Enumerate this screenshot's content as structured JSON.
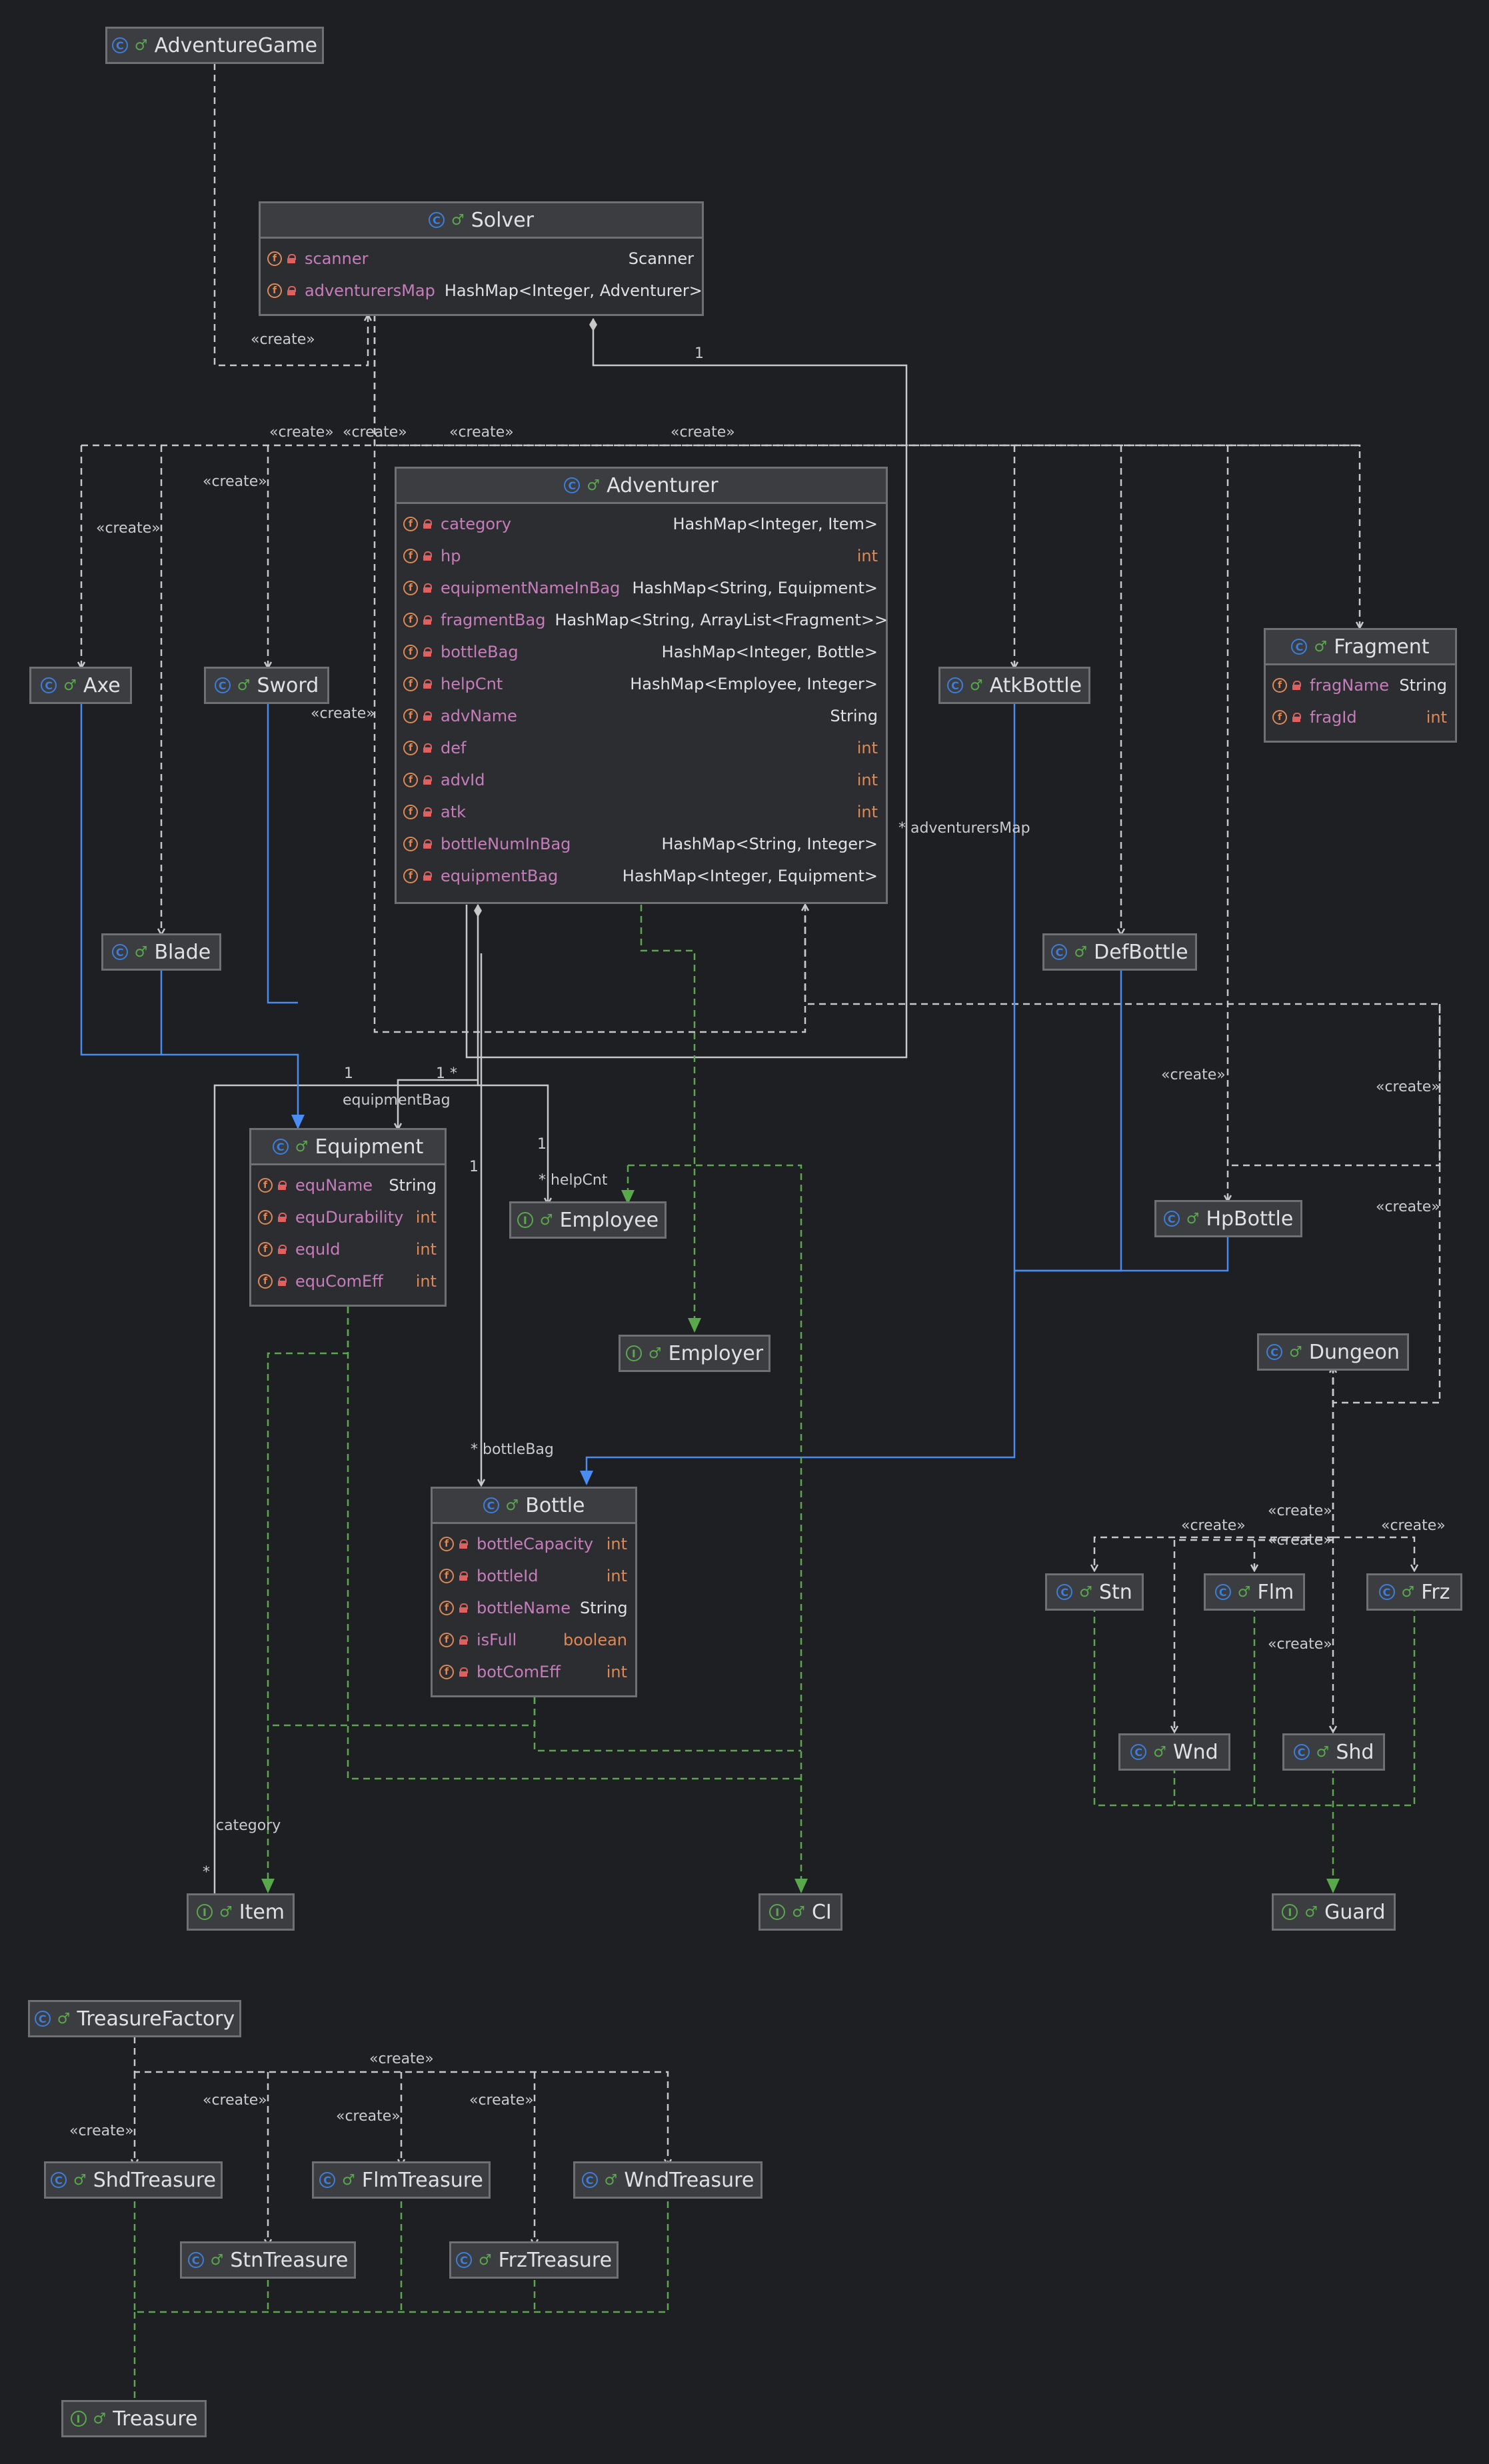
{
  "nodes": {
    "adventure_game": {
      "name": "AdventureGame",
      "kind": "class"
    },
    "solver": {
      "name": "Solver",
      "kind": "class",
      "fields": [
        {
          "name": "scanner",
          "type": "Scanner"
        },
        {
          "name": "adventurersMap",
          "type": "HashMap<Integer, Adventurer>"
        }
      ]
    },
    "adventurer": {
      "name": "Adventurer",
      "kind": "class",
      "fields": [
        {
          "name": "category",
          "type": "HashMap<Integer, Item>"
        },
        {
          "name": "hp",
          "type": "int"
        },
        {
          "name": "equipmentNameInBag",
          "type": "HashMap<String, Equipment>"
        },
        {
          "name": "fragmentBag",
          "type": "HashMap<String, ArrayList<Fragment>>"
        },
        {
          "name": "bottleBag",
          "type": "HashMap<Integer, Bottle>"
        },
        {
          "name": "helpCnt",
          "type": "HashMap<Employee, Integer>"
        },
        {
          "name": "advName",
          "type": "String"
        },
        {
          "name": "def",
          "type": "int"
        },
        {
          "name": "advId",
          "type": "int"
        },
        {
          "name": "atk",
          "type": "int"
        },
        {
          "name": "bottleNumInBag",
          "type": "HashMap<String, Integer>"
        },
        {
          "name": "equipmentBag",
          "type": "HashMap<Integer, Equipment>"
        }
      ]
    },
    "fragment": {
      "name": "Fragment",
      "kind": "class",
      "fields": [
        {
          "name": "fragName",
          "type": "String"
        },
        {
          "name": "fragId",
          "type": "int"
        }
      ]
    },
    "axe": {
      "name": "Axe",
      "kind": "class"
    },
    "sword": {
      "name": "Sword",
      "kind": "class"
    },
    "blade": {
      "name": "Blade",
      "kind": "class"
    },
    "atk_bottle": {
      "name": "AtkBottle",
      "kind": "class"
    },
    "def_bottle": {
      "name": "DefBottle",
      "kind": "class"
    },
    "hp_bottle": {
      "name": "HpBottle",
      "kind": "class"
    },
    "equipment": {
      "name": "Equipment",
      "kind": "class",
      "fields": [
        {
          "name": "equName",
          "type": "String"
        },
        {
          "name": "equDurability",
          "type": "int"
        },
        {
          "name": "equId",
          "type": "int"
        },
        {
          "name": "equComEff",
          "type": "int"
        }
      ]
    },
    "employee": {
      "name": "Employee",
      "kind": "interface"
    },
    "employer": {
      "name": "Employer",
      "kind": "interface"
    },
    "dungeon": {
      "name": "Dungeon",
      "kind": "class"
    },
    "bottle": {
      "name": "Bottle",
      "kind": "class",
      "fields": [
        {
          "name": "bottleCapacity",
          "type": "int"
        },
        {
          "name": "bottleId",
          "type": "int"
        },
        {
          "name": "bottleName",
          "type": "String"
        },
        {
          "name": "isFull",
          "type": "boolean"
        },
        {
          "name": "botComEff",
          "type": "int"
        }
      ]
    },
    "stn": {
      "name": "Stn",
      "kind": "class"
    },
    "flm": {
      "name": "Flm",
      "kind": "class"
    },
    "frz": {
      "name": "Frz",
      "kind": "class"
    },
    "wnd": {
      "name": "Wnd",
      "kind": "class"
    },
    "shd": {
      "name": "Shd",
      "kind": "class"
    },
    "item": {
      "name": "Item",
      "kind": "interface"
    },
    "ci": {
      "name": "CI",
      "kind": "interface"
    },
    "guard": {
      "name": "Guard",
      "kind": "interface"
    },
    "treasure_factory": {
      "name": "TreasureFactory",
      "kind": "class"
    },
    "shd_treasure": {
      "name": "ShdTreasure",
      "kind": "class"
    },
    "flm_treasure": {
      "name": "FlmTreasure",
      "kind": "class"
    },
    "wnd_treasure": {
      "name": "WndTreasure",
      "kind": "class"
    },
    "stn_treasure": {
      "name": "StnTreasure",
      "kind": "class"
    },
    "frz_treasure": {
      "name": "FrzTreasure",
      "kind": "class"
    },
    "treasure": {
      "name": "Treasure",
      "kind": "interface"
    }
  },
  "labels": {
    "create": "«create»",
    "one": "1",
    "one_star": "1 *",
    "adventurers_map": "* adventurersMap",
    "equipment_bag": "equipmentBag",
    "help_cnt": "* helpCnt",
    "bottle_bag": "* bottleBag",
    "category": "category",
    "star": "*"
  },
  "colors": {
    "background": "#1e1f22",
    "dependency": "#c8c8c8",
    "inheritance": "#4a8cf0",
    "realization": "#5aa84c"
  }
}
